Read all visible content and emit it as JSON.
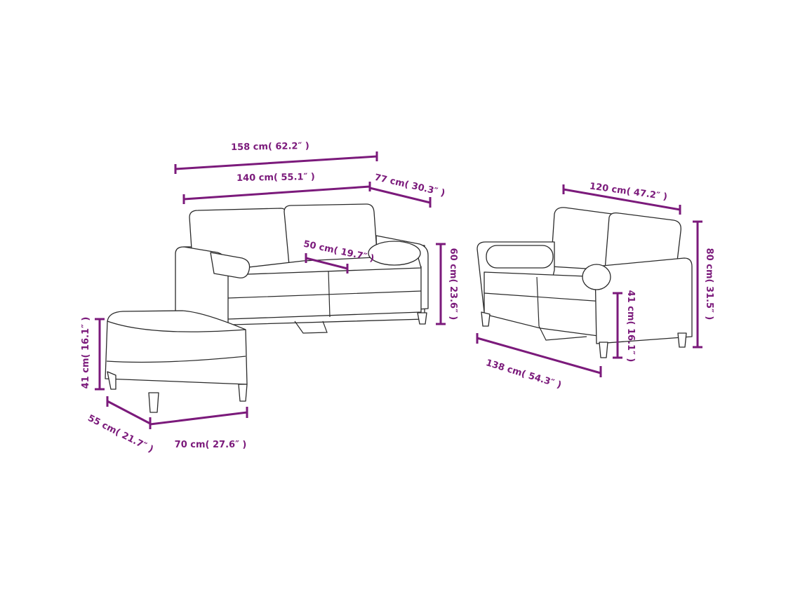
{
  "accent_color": "#7b1a7b",
  "sofa_3seat": {
    "overall_width": "158 cm( 62.2″ )",
    "seat_width": "140 cm( 55.1″ )",
    "depth": "77 cm( 30.3″ )",
    "seat_depth": "50 cm( 19.7″ )",
    "height": "60 cm( 23.6″ )"
  },
  "sofa_2seat": {
    "seat_width": "120 cm( 47.2″ )",
    "height": "80 cm( 31.5″ )",
    "seat_height": "41 cm( 16.1″ )",
    "overall_width": "138 cm( 54.3″ )"
  },
  "footstool": {
    "height": "41 cm( 16.1″ )",
    "depth": "55 cm( 21.7″ )",
    "width": "70 cm( 27.6″ )"
  }
}
